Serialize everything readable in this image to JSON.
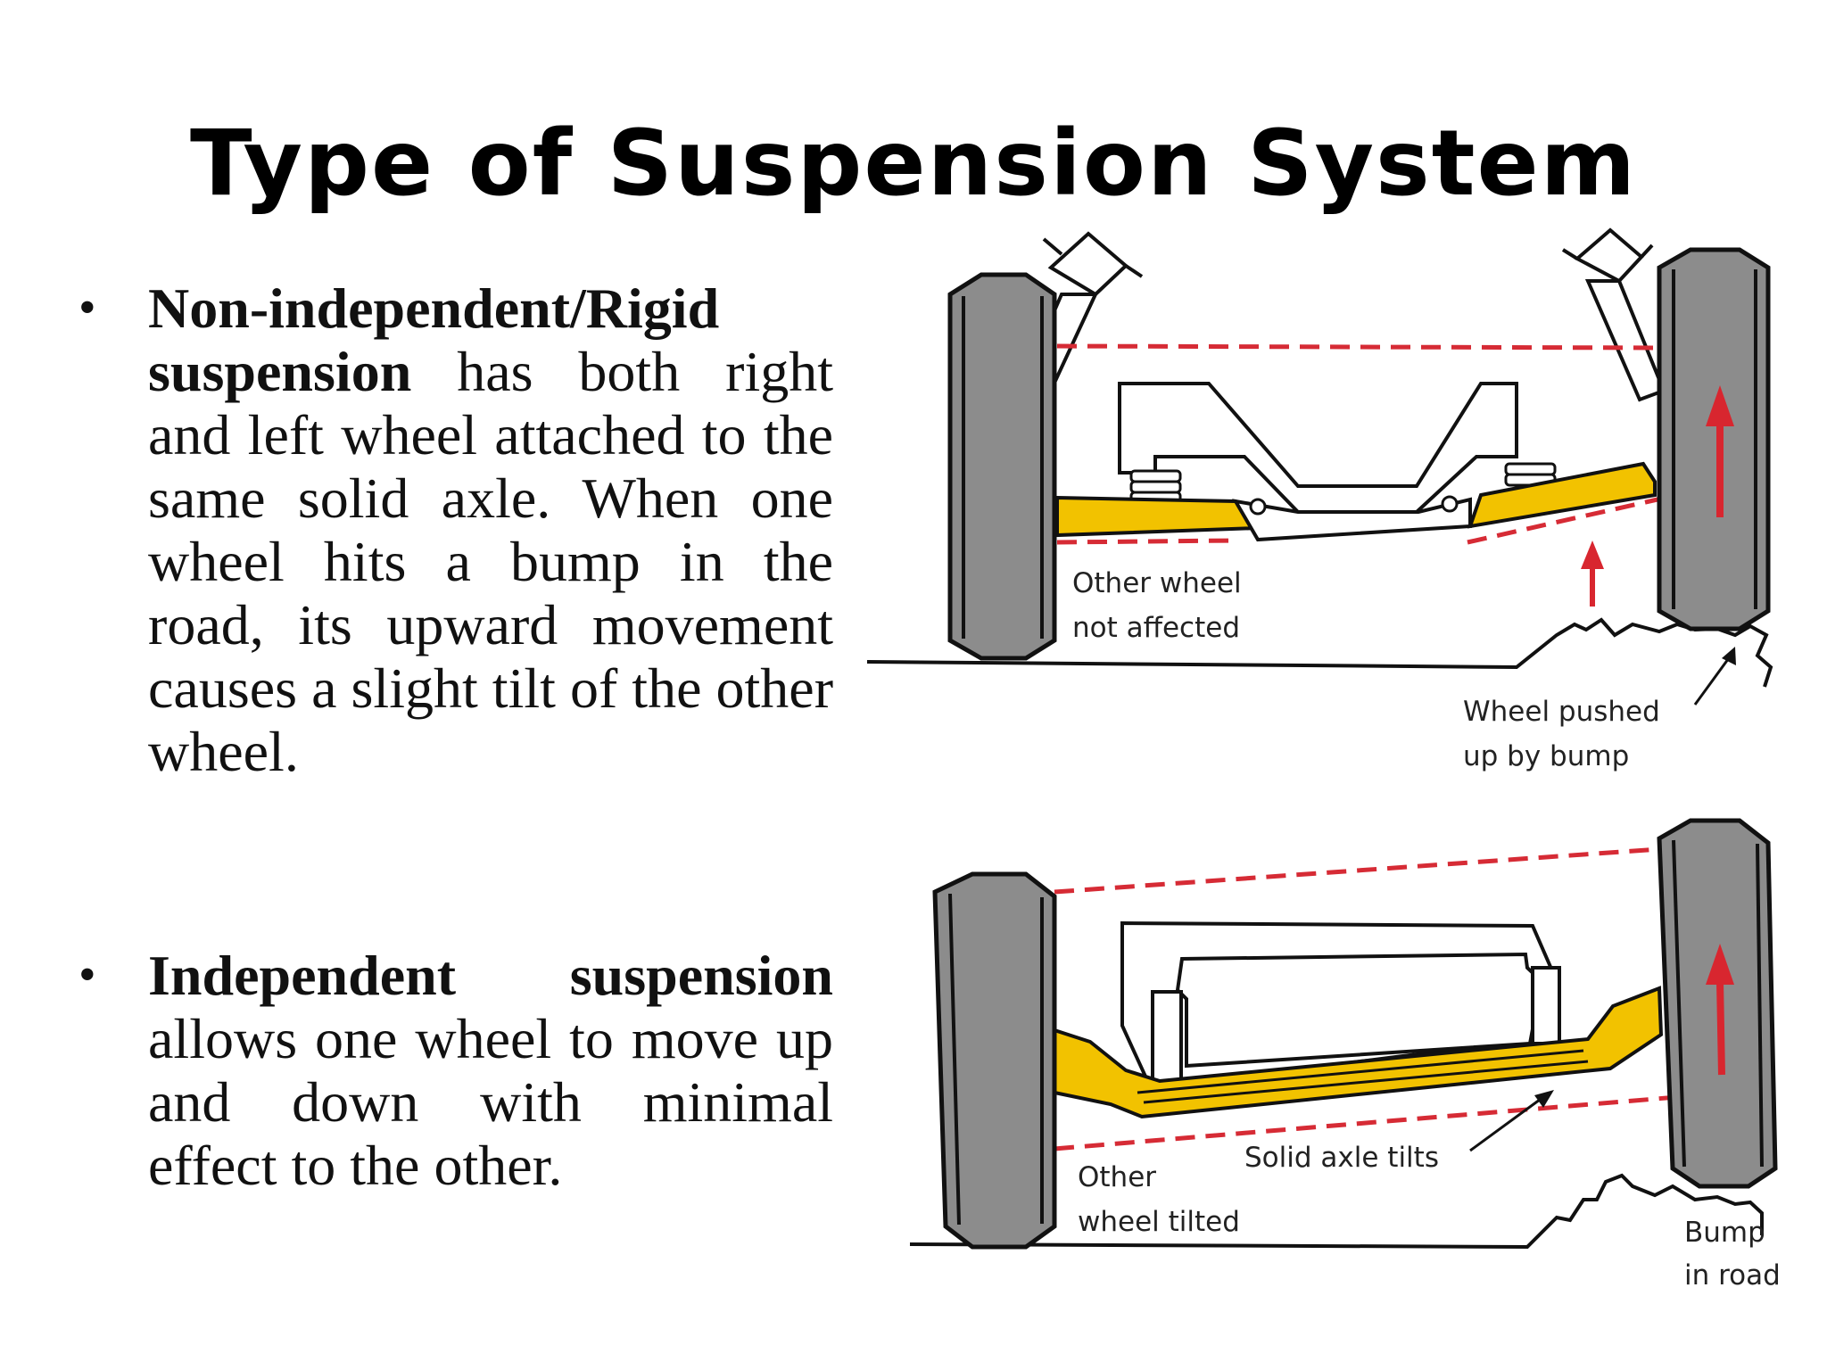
{
  "slide": {
    "title": "Type of Suspension System"
  },
  "bullets": [
    {
      "marker": "•",
      "bold_text": "Non-independent/Rigid suspension",
      "text": " has both right and left wheel attached to the same solid axle. When one wheel hits a bump in the road, its upward movement causes a slight tilt of the other wheel."
    },
    {
      "marker": "•",
      "bold_text": "Independent suspension",
      "text": " allows one wheel to move up and down with minimal effect to the other."
    }
  ],
  "diagram_top": {
    "label_other_wheel_line1": "Other wheel",
    "label_other_wheel_line2": "not affected",
    "label_pushed_line1": "Wheel pushed",
    "label_pushed_line2": "up by bump"
  },
  "diagram_bottom": {
    "label_other_line1": "Other",
    "label_other_line2": "wheel tilted",
    "label_axle": "Solid axle tilts",
    "label_bump_line1": "Bump",
    "label_bump_line2": "in road"
  },
  "colors": {
    "tire": "#8c8c8c",
    "axle_yellow": "#f2c200",
    "dashed_red": "#d62b35",
    "arrow_red": "#d8262f"
  }
}
